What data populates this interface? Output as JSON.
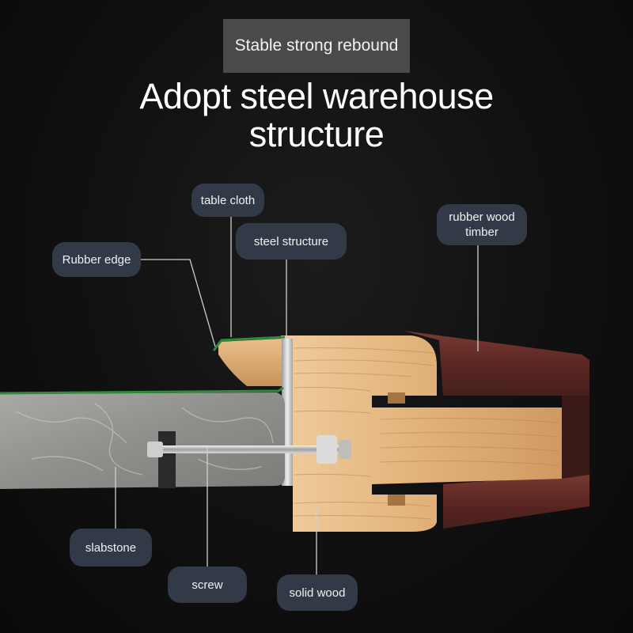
{
  "banner": {
    "text": "Stable strong rebound"
  },
  "headline": {
    "text": "Adopt steel warehouse structure"
  },
  "callouts": {
    "table_cloth": "table cloth",
    "steel_structure": "steel structure",
    "rubber_edge": "Rubber edge",
    "rubber_wood_timber": "rubber wood timber",
    "slabstone": "slabstone",
    "screw": "screw",
    "solid_wood": "solid wood"
  },
  "colors": {
    "background": "#0d0d0d",
    "banner": "#4a4a4a",
    "callout": "#333a47",
    "wood": "#e2b985",
    "rubber_wood": "#6b2e2a",
    "stone": "#9a9a98",
    "green_edge": "#2f8a3a",
    "steel": "#c8c8c8"
  }
}
